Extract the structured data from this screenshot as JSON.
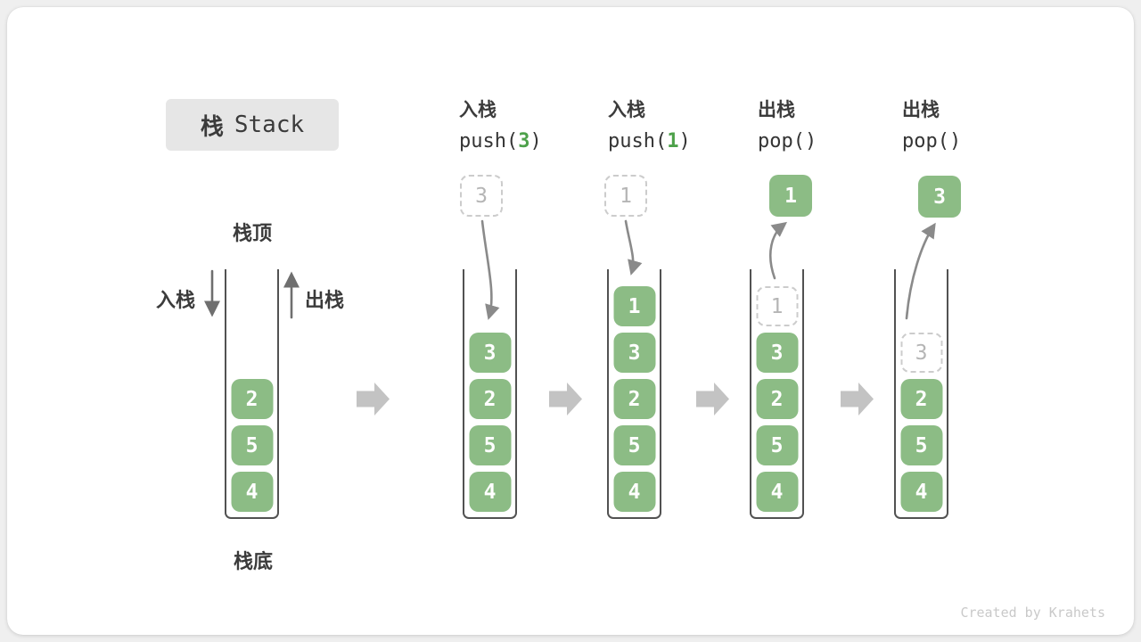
{
  "title": {
    "cjk": "栈",
    "latin": "Stack"
  },
  "stack_labels": {
    "top": "栈顶",
    "bottom": "栈底",
    "push_in": "入栈",
    "pop_out": "出栈"
  },
  "operations": [
    {
      "label": "入栈",
      "call_open": "push(",
      "arg": "3",
      "call_close": ")"
    },
    {
      "label": "入栈",
      "call_open": "push(",
      "arg": "1",
      "call_close": ")"
    },
    {
      "label": "出栈",
      "call_open": "pop(",
      "arg": "",
      "call_close": ")"
    },
    {
      "label": "出栈",
      "call_open": "pop(",
      "arg": "",
      "call_close": ")"
    }
  ],
  "states": [
    {
      "name": "initial",
      "items": [
        {
          "v": "2"
        },
        {
          "v": "5"
        },
        {
          "v": "4"
        }
      ]
    },
    {
      "name": "after-push-3",
      "floating": {
        "v": "3",
        "ghost": true
      },
      "items": [
        {
          "v": "3"
        },
        {
          "v": "2"
        },
        {
          "v": "5"
        },
        {
          "v": "4"
        }
      ]
    },
    {
      "name": "after-push-1",
      "floating": {
        "v": "1",
        "ghost": true
      },
      "items": [
        {
          "v": "1"
        },
        {
          "v": "3"
        },
        {
          "v": "2"
        },
        {
          "v": "5"
        },
        {
          "v": "4"
        }
      ]
    },
    {
      "name": "after-pop-1",
      "floating": {
        "v": "1",
        "ghost": false
      },
      "items": [
        {
          "v": "1",
          "ghost": true
        },
        {
          "v": "3"
        },
        {
          "v": "2"
        },
        {
          "v": "5"
        },
        {
          "v": "4"
        }
      ]
    },
    {
      "name": "after-pop-3",
      "floating": {
        "v": "3",
        "ghost": false
      },
      "items": [
        {
          "v": "3",
          "ghost": true
        },
        {
          "v": "2"
        },
        {
          "v": "5"
        },
        {
          "v": "4"
        }
      ]
    }
  ],
  "watermark": "Created by Krahets",
  "colors": {
    "box_green": "#8CBC85",
    "code_green": "#4DA14A",
    "flow_arrow_gray": "#8A8A8A",
    "step_arrow_gray": "#C3C3C3",
    "direction_arrow_gray": "#6F6F6F",
    "ghost_border": "#CCCCCC",
    "ghost_text": "#B5B5B5",
    "ink": "#3B3B3B",
    "title_box_bg": "#E6E6E6",
    "watermark_gray": "#C9C9C9"
  }
}
